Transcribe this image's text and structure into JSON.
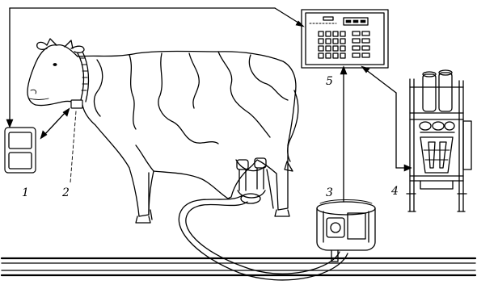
{
  "labels": {
    "l1": "1",
    "l2": "2",
    "l3": "3",
    "l4": "4",
    "l5": "5"
  },
  "colors": {
    "ink": "#000000",
    "paper": "#ffffff"
  },
  "icons": [
    "cow",
    "collar-transponder",
    "handheld-reader",
    "milking-cluster",
    "milk-meter",
    "feed-dispenser",
    "control-terminal"
  ]
}
